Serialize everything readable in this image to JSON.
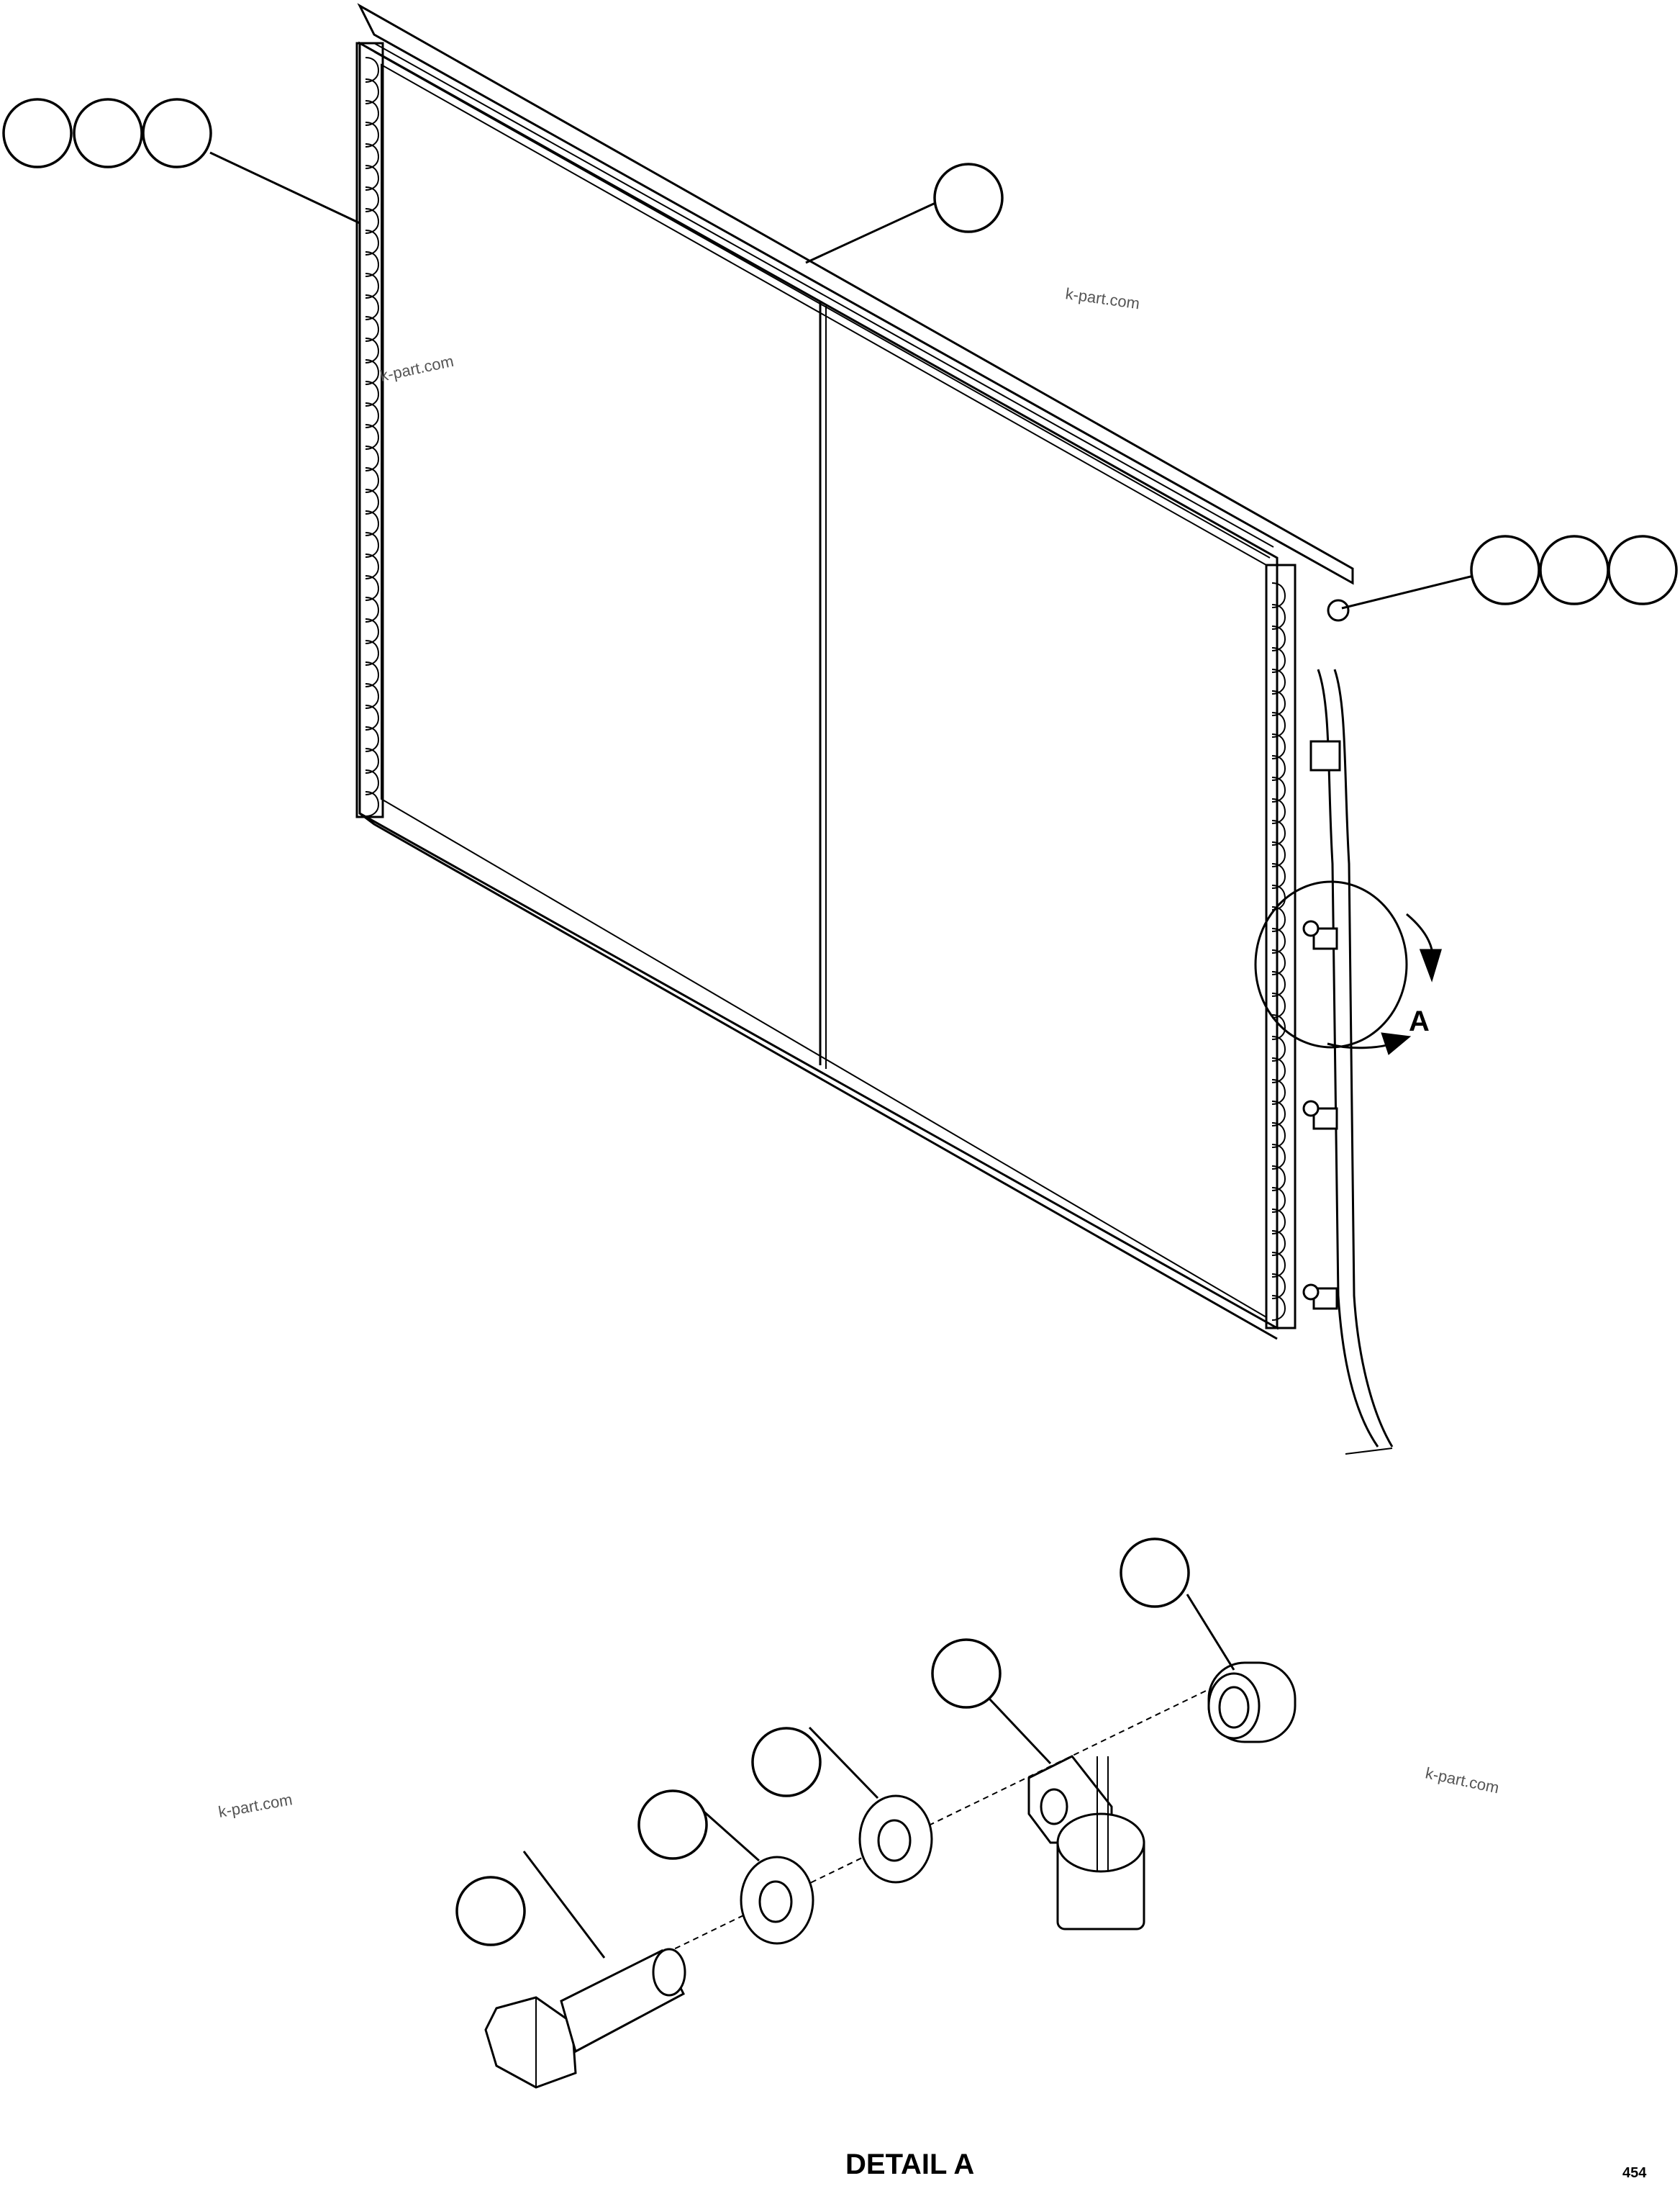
{
  "labels": {
    "view_arrow": "A",
    "detail_title": "DETAIL A",
    "figure_number": "454"
  },
  "watermarks": [
    "k-part.com",
    "k-part.com",
    "k-part.com",
    "k-part.com"
  ],
  "callouts": {
    "top_left_group": 3,
    "top_center": 1,
    "right_group": 3,
    "detail_parts": 5
  }
}
